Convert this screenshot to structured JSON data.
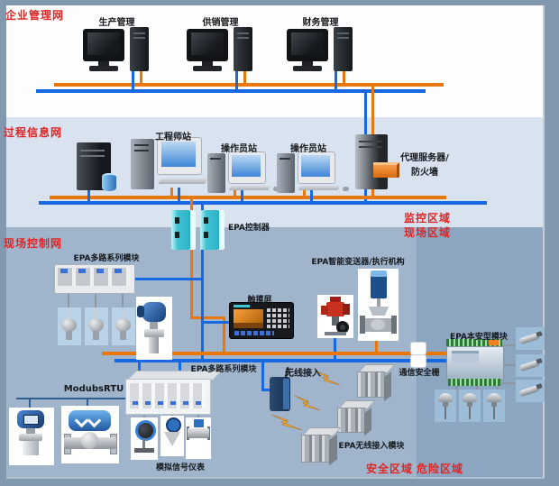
{
  "zones": {
    "enterprise_network": "企业管理网",
    "process_network": "过程信息网",
    "field_network": "现场控制网",
    "monitor_area": "监控区域",
    "field_area": "现场区域",
    "safe_area": "安全区域",
    "hazard_area": "危险区域"
  },
  "enterprise": {
    "stations": [
      {
        "label": "生产管理"
      },
      {
        "label": "供销管理"
      },
      {
        "label": "财务管理"
      }
    ]
  },
  "process": {
    "engineer_station": "工程师站",
    "operator_stations": [
      "操作员站",
      "操作员站"
    ],
    "proxy_line1": "代理服务器/",
    "proxy_line2": "防火墙"
  },
  "field": {
    "epa_controller": "EPA控制器",
    "epa_multi_module_1": "EPA多路系列模块",
    "epa_multi_module_2": "EPA多路系列模块",
    "touch_screen": "触摸屏",
    "smart_transmitter": "EPA智能变送器/执行机构",
    "wireless_access": "无线接入",
    "epa_wireless_module": "EPA无线接入模块",
    "comm_safety_barrier": "通信安全栅",
    "epa_intrinsic_module": "EPA本安型模块",
    "modbus_rtu": "ModubsRTU",
    "analog_instruments": "模拟信号仪表"
  },
  "colors": {
    "bus_orange": "#e8770e",
    "bus_blue": "#1668e3",
    "zone_label_red": "#e02424",
    "enterprise_bg": "#fdfdfe",
    "process_bg": "#d9e3ef",
    "field_bg": "#a0b5cc",
    "hazard_bg": "#8ca6c2",
    "frame": "#8198ae"
  }
}
